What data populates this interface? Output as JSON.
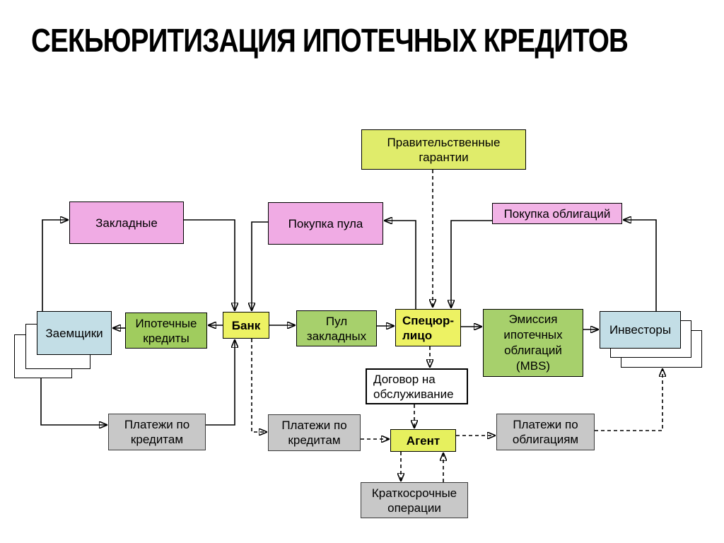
{
  "slide": {
    "title": "СЕКЬЮРИТИЗАЦИЯ ИПОТЕЧНЫХ КРЕДИТОВ"
  },
  "nodes": {
    "government_guarantees": {
      "label": "Правительственные\nгарантии",
      "fill": "#e0ec6b"
    },
    "mortgage_notes": {
      "label": "Закладные",
      "fill": "#f0abe4"
    },
    "pool_purchase": {
      "label": "Покупка пула",
      "fill": "#f0abe4"
    },
    "bond_purchase": {
      "label": "Покупка облигаций",
      "fill": "#f2b3e6"
    },
    "borrowers": {
      "label": "Заемщики",
      "fill": "#c3dee6"
    },
    "mortgage_loans": {
      "label": "Ипотечные\nкредиты",
      "fill": "#a0cc5e"
    },
    "bank": {
      "label": "Банк",
      "fill": "#edf263"
    },
    "mortgage_pool": {
      "label": "Пул\nзакладных",
      "fill": "#a7d06c"
    },
    "spv": {
      "label": "Спецюр-\nлицо",
      "fill": "#edf263"
    },
    "mbs_issue": {
      "label": "Эмиссия\nипотечных\nоблигаций\n(MBS)",
      "fill": "#a7d06c"
    },
    "investors": {
      "label": "Инвесторы",
      "fill": "#c3dee6"
    },
    "service_contract": {
      "label": "Договор на\nобслуживание",
      "fill": "#ffffff"
    },
    "loan_payments_left": {
      "label": "Платежи по\nкредитам",
      "fill": "#c8c8c8"
    },
    "loan_payments_center": {
      "label": "Платежи по\nкредитам",
      "fill": "#c8c8c8"
    },
    "bond_payments": {
      "label": "Платежи по\nоблигациям",
      "fill": "#c8c8c8"
    },
    "agent": {
      "label": "Агент",
      "fill": "#e6f05e"
    },
    "short_term_operations": {
      "label": "Краткосрочные\nоперации",
      "fill": "#c8c8c8"
    }
  },
  "edges": [
    {
      "from": "borrowers",
      "to": "mortgage_notes",
      "style": "solid"
    },
    {
      "from": "mortgage_notes",
      "to": "bank",
      "style": "solid"
    },
    {
      "from": "pool_purchase",
      "to": "bank",
      "style": "solid"
    },
    {
      "from": "bank",
      "to": "mortgage_loans",
      "style": "solid"
    },
    {
      "from": "mortgage_loans",
      "to": "borrowers",
      "style": "solid"
    },
    {
      "from": "bank",
      "to": "mortgage_pool",
      "style": "solid"
    },
    {
      "from": "mortgage_pool",
      "to": "spv",
      "style": "solid"
    },
    {
      "from": "spv",
      "to": "pool_purchase",
      "style": "solid"
    },
    {
      "from": "government_guarantees",
      "to": "spv",
      "style": "dashed"
    },
    {
      "from": "bond_purchase",
      "to": "spv",
      "style": "solid"
    },
    {
      "from": "investors",
      "to": "bond_purchase",
      "style": "solid"
    },
    {
      "from": "spv",
      "to": "mbs_issue",
      "style": "solid"
    },
    {
      "from": "mbs_issue",
      "to": "investors",
      "style": "solid"
    },
    {
      "from": "borrowers",
      "to": "loan_payments_left",
      "style": "solid"
    },
    {
      "from": "loan_payments_left",
      "to": "bank",
      "style": "solid"
    },
    {
      "from": "bank",
      "to": "loan_payments_center",
      "style": "dashed"
    },
    {
      "from": "loan_payments_center",
      "to": "agent",
      "style": "dashed"
    },
    {
      "from": "spv",
      "to": "service_contract",
      "style": "dashed"
    },
    {
      "from": "service_contract",
      "to": "agent",
      "style": "dashed"
    },
    {
      "from": "agent",
      "to": "bond_payments",
      "style": "dashed"
    },
    {
      "from": "bond_payments",
      "to": "investors",
      "style": "dashed"
    },
    {
      "from": "agent",
      "to": "short_term_operations",
      "style": "dashed"
    },
    {
      "from": "short_term_operations",
      "to": "agent",
      "style": "dashed"
    }
  ]
}
